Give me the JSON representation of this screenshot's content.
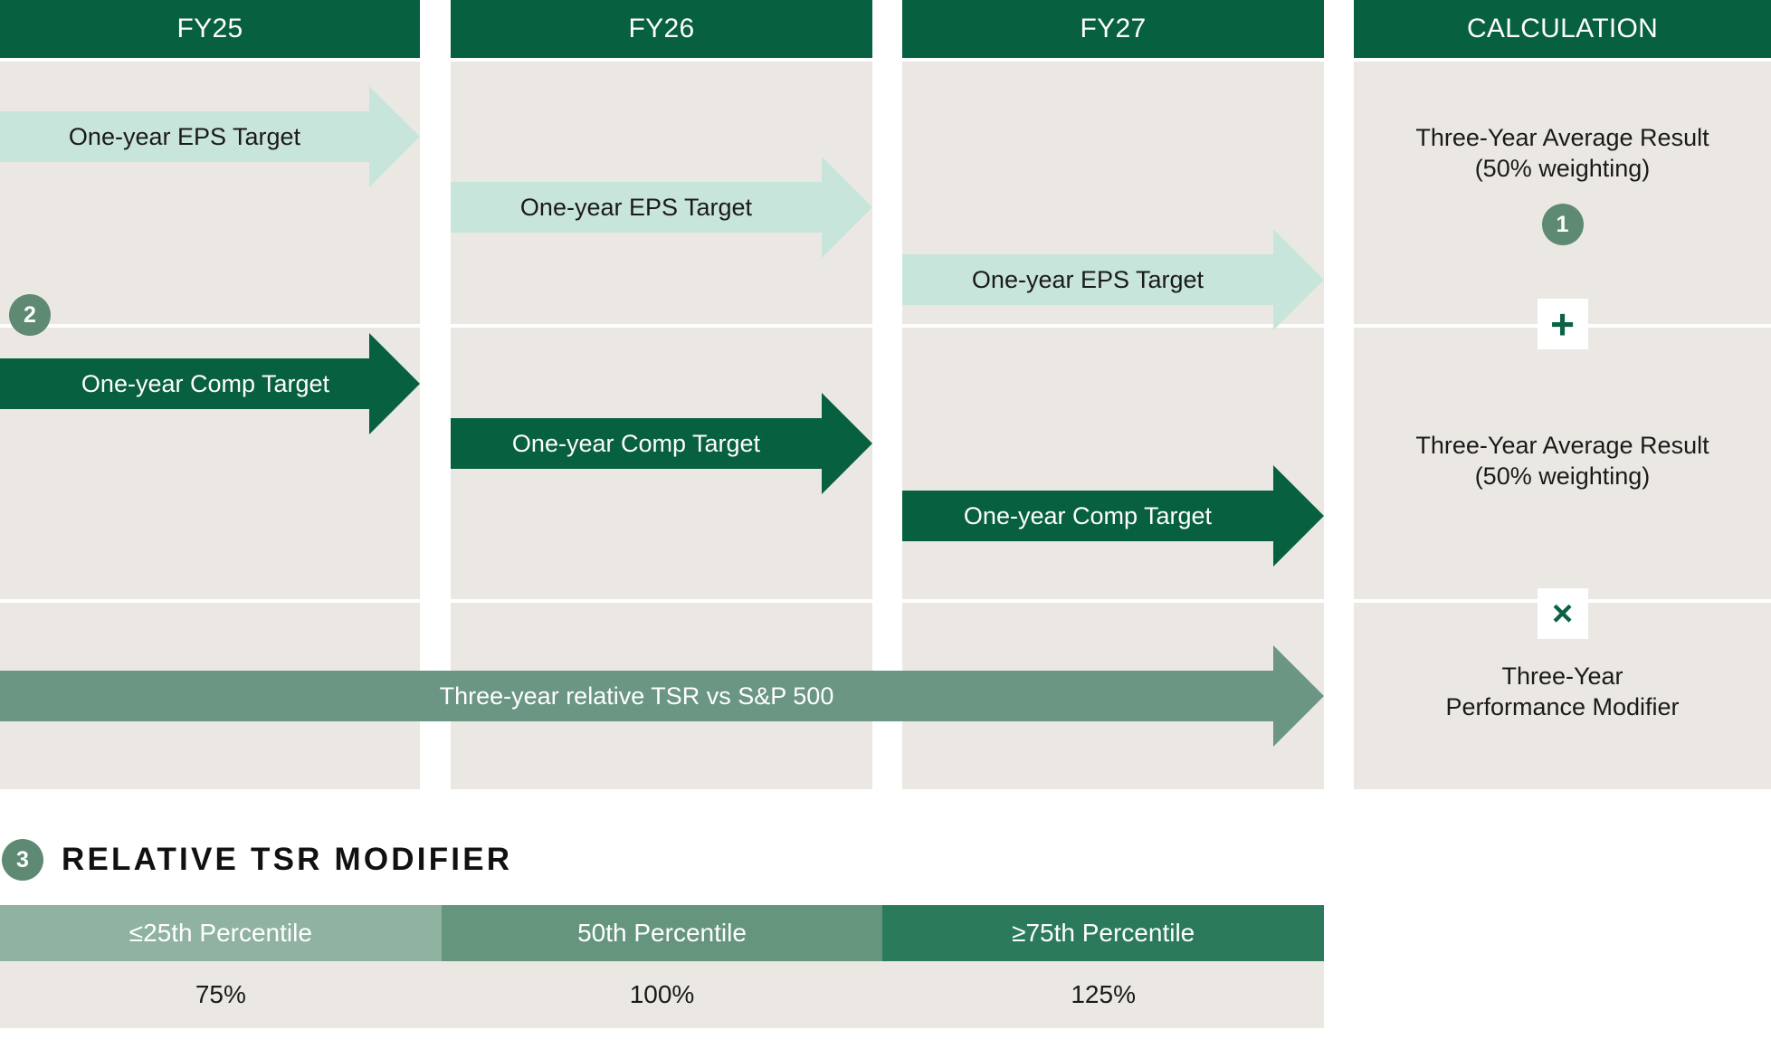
{
  "colors": {
    "header_green": "#07603F",
    "panel_bg": "#EBE8E3",
    "eps_arrow": "#C8E5DB",
    "comp_arrow": "#07603F",
    "tsr_arrow": "#6A9683",
    "badge": "#5E8A74",
    "percentile_low": "#8FB2A1",
    "percentile_mid": "#66957E",
    "percentile_high": "#2B7A5B"
  },
  "grid": {
    "columns": [
      {
        "header": "FY25"
      },
      {
        "header": "FY26"
      },
      {
        "header": "FY27"
      },
      {
        "header": "CALCULATION"
      }
    ]
  },
  "arrows": {
    "eps": {
      "fy25": "One-year EPS Target",
      "fy26": "One-year EPS Target",
      "fy27": "One-year EPS Target"
    },
    "comp": {
      "fy25": "One-year Comp Target",
      "fy26": "One-year Comp Target",
      "fy27": "One-year Comp Target"
    },
    "tsr": "Three-year relative TSR vs S&P 500"
  },
  "badges": {
    "one": "1",
    "two": "2",
    "three": "3"
  },
  "calculation": {
    "eps_result_line1": "Three-Year Average Result",
    "eps_result_line2": "(50% weighting)",
    "comp_result_line1": "Three-Year Average Result",
    "comp_result_line2": "(50% weighting)",
    "modifier_line1": "Three-Year",
    "modifier_line2": "Performance Modifier",
    "operator_plus": "+",
    "operator_times": "×"
  },
  "tsr_modifier": {
    "title": "RELATIVE TSR MODIFIER",
    "columns": [
      {
        "label": "≤25th Percentile",
        "value": "75%"
      },
      {
        "label": "50th Percentile",
        "value": "100%"
      },
      {
        "label": "≥75th Percentile",
        "value": "125%"
      }
    ]
  }
}
